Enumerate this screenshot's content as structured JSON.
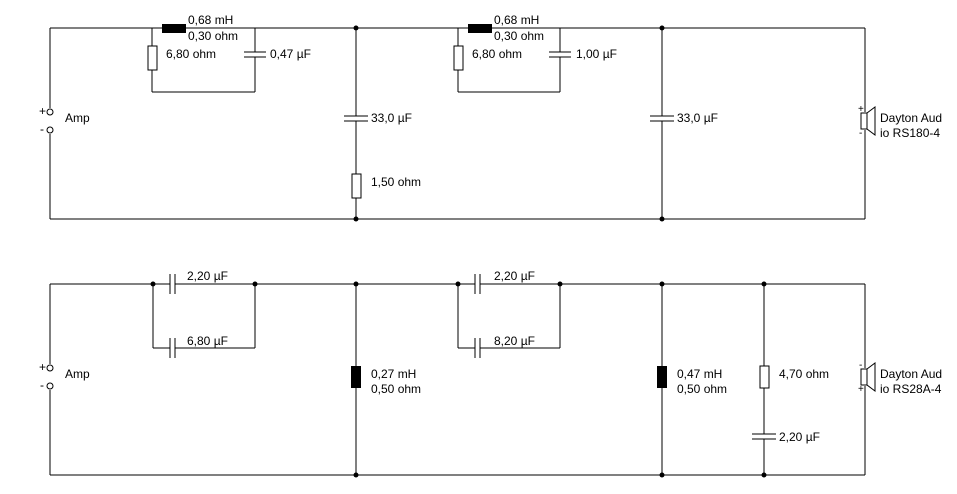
{
  "top": {
    "amp": {
      "plus": "+",
      "minus": "-",
      "label": "Amp"
    },
    "l1": {
      "value": "0,68 mH",
      "resistance": "0,30 ohm"
    },
    "r1": "6,80 ohm",
    "c1": "0,47 µF",
    "c_shunt1": "33,0 µF",
    "r_shunt1": "1,50 ohm",
    "l2": {
      "value": "0,68 mH",
      "resistance": "0,30 ohm"
    },
    "r2": "6,80 ohm",
    "c2": "1,00 µF",
    "c_shunt2": "33,0 µF",
    "speaker": {
      "plus": "+",
      "minus": "-",
      "line1": "Dayton Aud",
      "line2": "io RS180-4"
    }
  },
  "bottom": {
    "amp": {
      "plus": "+",
      "minus": "-",
      "label": "Amp"
    },
    "c1a": "2,20 µF",
    "c1b": "6,80 µF",
    "l_shunt1": {
      "value": "0,27 mH",
      "resistance": "0,50 ohm"
    },
    "c2a": "2,20 µF",
    "c2b": "8,20 µF",
    "l_shunt2": {
      "value": "0,47 mH",
      "resistance": "0,50 ohm"
    },
    "r_shunt3": "4,70 ohm",
    "c_shunt3": "2,20 µF",
    "speaker": {
      "plus": "-",
      "minus": "+",
      "line1": "Dayton Aud",
      "line2": "io RS28A-4"
    }
  }
}
